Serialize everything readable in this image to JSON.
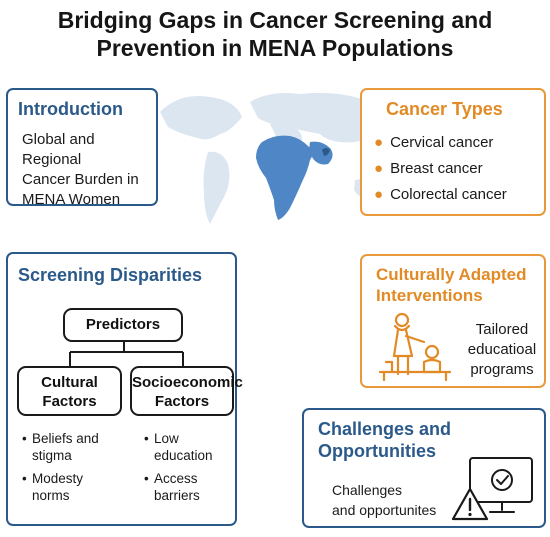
{
  "title": {
    "line1": "Bridging Gaps in Cancer Screening and",
    "line2": "Prevention in MENA Populations"
  },
  "introduction": {
    "heading": "Introduction",
    "lines": [
      "Global and Regional",
      "Cancer Burden in",
      "MENA Women"
    ]
  },
  "cancer_types": {
    "heading": "Cancer Types",
    "items": [
      "Cervical cancer",
      "Breast cancer",
      "Colorectal cancer"
    ]
  },
  "screening_disparities": {
    "heading": "Screening Disparities",
    "predictors": "Predictors",
    "cultural": {
      "label_line1": "Cultural",
      "label_line2": "Factors",
      "items": [
        {
          "line1": "Beliefs and",
          "line2": "stigma"
        },
        {
          "line1": "Modesty",
          "line2": "norms"
        }
      ]
    },
    "socioeconomic": {
      "label_line1": "Socioeconomic",
      "label_line2": "Factors",
      "items": [
        {
          "line1": "Low education",
          "line2": ""
        },
        {
          "line1": "Access",
          "line2": "barriers"
        }
      ]
    }
  },
  "culturally_adapted": {
    "heading_line1": "Culturally Adapted",
    "heading_line2": "Interventions",
    "lines": [
      "Tailored",
      "educatioal",
      "programs"
    ]
  },
  "challenges": {
    "heading_line1": "Challenges and",
    "heading_line2": "Opportunities",
    "lines": [
      "Challenges",
      "and opportunites"
    ]
  },
  "colors": {
    "blue_accent": "#2b5a8a",
    "orange_accent": "#e28b26",
    "map_highlight": "#4f86c6",
    "map_base": "#dbe6f1"
  },
  "icons": {
    "map": "world-map-icon",
    "teacher": "teacher-student-icon",
    "monitor": "monitor-check-icon",
    "warning": "warning-triangle-icon"
  }
}
